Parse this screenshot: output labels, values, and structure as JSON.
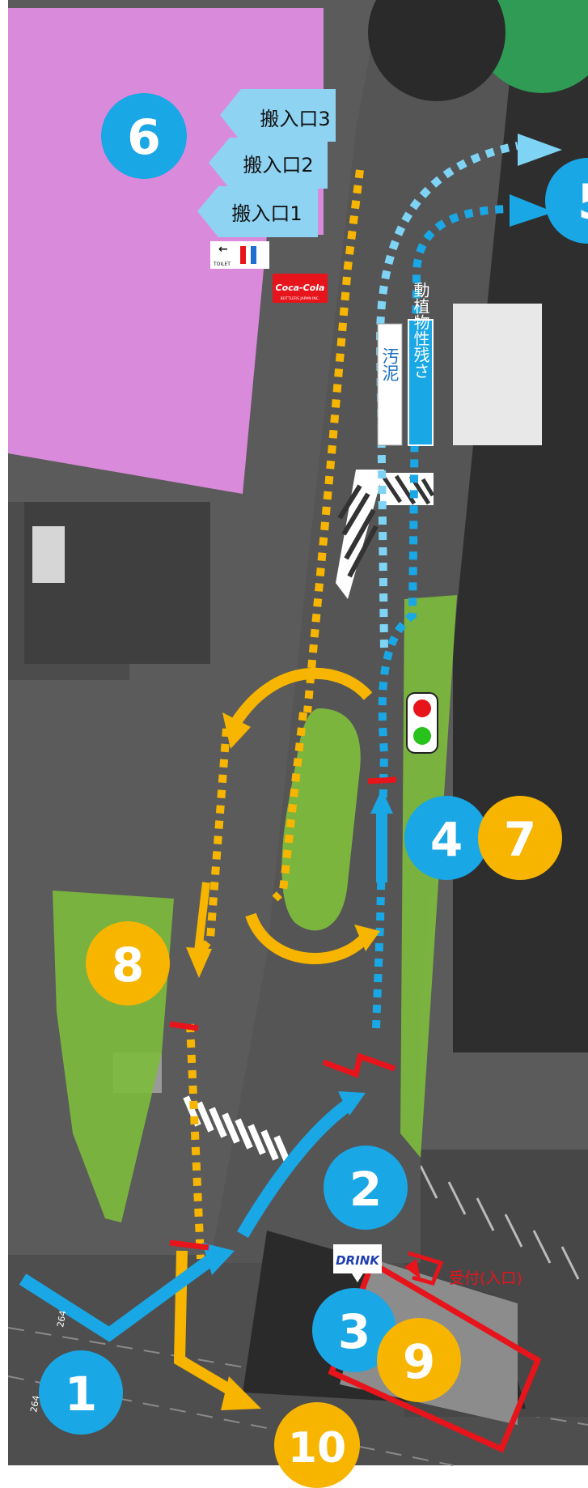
{
  "markers": {
    "m1": "1",
    "m2": "2",
    "m3": "3",
    "m4": "4",
    "m5": "5",
    "m6": "6",
    "m7": "7",
    "m8": "8",
    "m9": "9",
    "m10": "10"
  },
  "entrances": {
    "e3": "搬入口3",
    "e2": "搬入口2",
    "e1": "搬入口1"
  },
  "toilet": {
    "label": "TOILET"
  },
  "cocacola": {
    "label": "Coca-Cola",
    "sub": "BOTTLERS JAPAN INC."
  },
  "drink": {
    "label": "DRINK"
  },
  "signs": {
    "sludge": "汚泥",
    "residue": "動植物性残さ"
  },
  "reception": "受付(入口)",
  "road": {
    "route_a": "264",
    "route_b": "264"
  },
  "colors": {
    "blue": "#1aa7e6",
    "light_blue": "#7fd3f5",
    "orange": "#f7b500",
    "red": "#e8141b",
    "pink": "#e58ee6",
    "green": "#7dbb3d"
  }
}
